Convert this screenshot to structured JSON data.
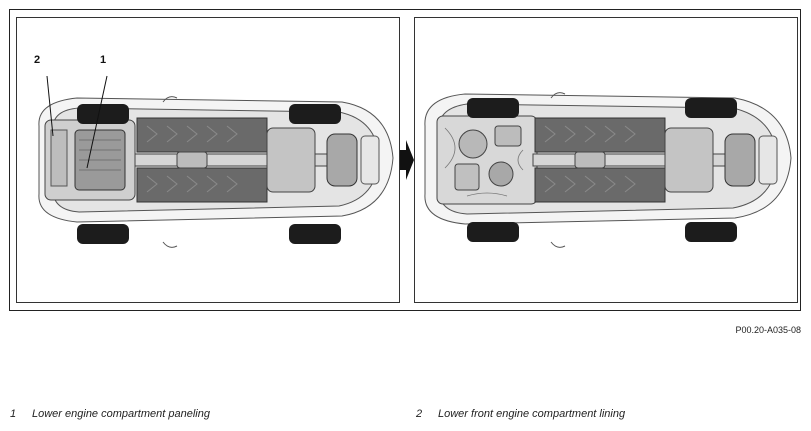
{
  "callouts": {
    "c1": "1",
    "c2": "2"
  },
  "reference_code": "P00.20-A035-08",
  "legend": [
    {
      "number": "1",
      "text": "Lower engine compartment paneling"
    },
    {
      "number": "2",
      "text": "Lower front engine compartment lining"
    }
  ]
}
